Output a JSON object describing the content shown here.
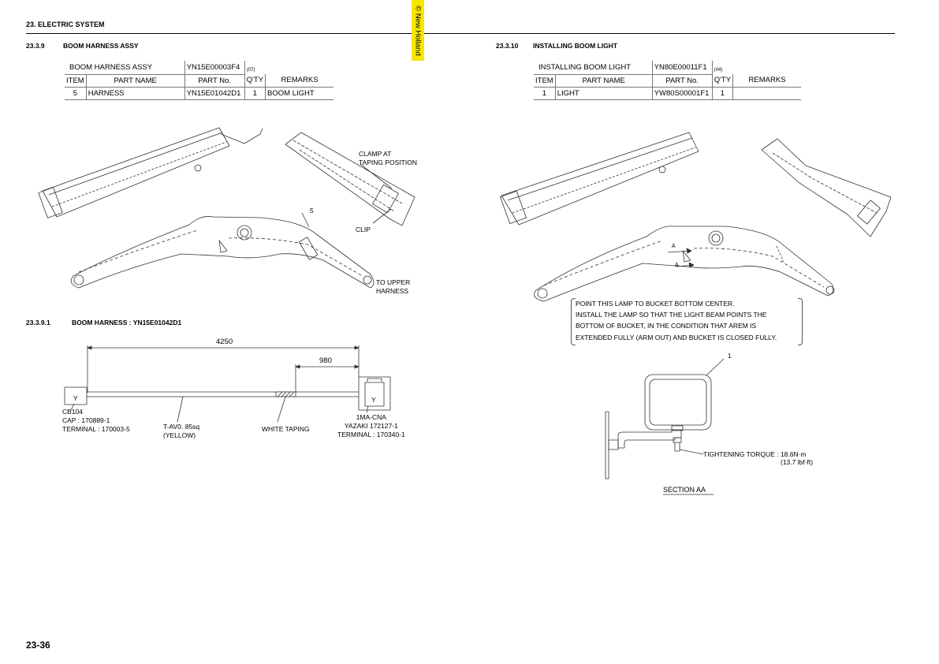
{
  "header": {
    "chapter": "23. ELECTRIC SYSTEM",
    "watermark": "© New Holland"
  },
  "left": {
    "section": {
      "num": "23.3.9",
      "title": "BOOM HARNESS ASSY"
    },
    "table": {
      "assy_name": "BOOM HARNESS ASSY",
      "assy_no": "YN15E00003F4",
      "assy_rev": "(07)",
      "cols": [
        "ITEM",
        "PART NAME",
        "PART No.",
        "Q'TY",
        "REMARKS"
      ],
      "rows": [
        {
          "item": "5",
          "name": "HARNESS",
          "no": "YN15E01042D1",
          "qty": "1",
          "remarks": "BOOM LIGHT"
        }
      ]
    },
    "labels": {
      "clamp": "CLAMP AT\nTAPING POSITION",
      "item5": "5",
      "clip": "CLIP",
      "upper": "TO UPPER\nHARNESS"
    },
    "sub": {
      "num": "23.3.9.1",
      "title": "BOOM HARNESS : YN15E01042D1"
    },
    "harness": {
      "dim_total": "4250",
      "dim_tape": "980",
      "conn_left_letter": "Y",
      "conn_left_spec": "CB104\nCAP : 170889-1\nTERMINAL : 170003-5",
      "wire_spec": "T-AV0. 85sq\n(YELLOW)",
      "taping": "WHITE TAPING",
      "conn_right_letter": "Y",
      "conn_right_spec": "1MA-CNA\nYAZAKI 172127-1\nTERMINAL : 170340-1"
    }
  },
  "right": {
    "section": {
      "num": "23.3.10",
      "title": "INSTALLING BOOM LIGHT"
    },
    "table": {
      "assy_name": "INSTALLING BOOM LIGHT",
      "assy_no": "YN80E00011F1",
      "assy_rev": "(04)",
      "cols": [
        "ITEM",
        "PART NAME",
        "PART No.",
        "Q'TY",
        "REMARKS"
      ],
      "rows": [
        {
          "item": "1",
          "name": "LIGHT",
          "no": "YW80S00001F1",
          "qty": "1",
          "remarks": ""
        }
      ]
    },
    "note": [
      "POINT THIS LAMP TO BUCKET BOTTOM CENTER.",
      "INSTALL THE LAMP SO THAT THE LIGHT BEAM POINTS THE",
      "BOTTOM OF BUCKET, IN THE CONDITION THAT AREM IS",
      "EXTENDED FULLY (ARM OUT) AND BUCKET IS CLOSED FULLY."
    ],
    "labels": {
      "item1": "1",
      "torque": "TIGHTENING TORQUE : 18.6N·m",
      "torque2": "(13.7 lbf·ft)",
      "section": "SECTION AA"
    },
    "markers": {
      "a": "A"
    }
  },
  "footer": {
    "page": "23-36"
  }
}
